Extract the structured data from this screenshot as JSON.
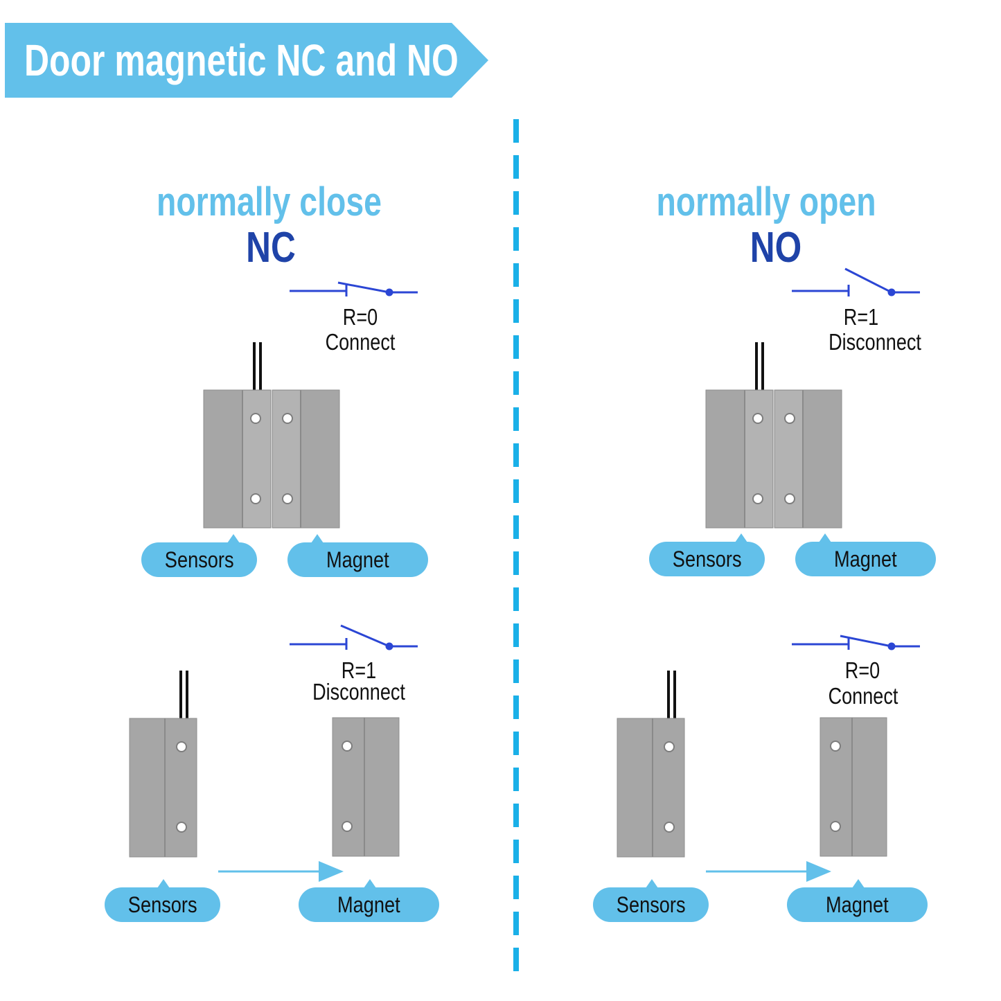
{
  "banner": {
    "title": "Door magnetic NC and NO"
  },
  "left": {
    "subtitle": "normally close",
    "code": "NC",
    "closed_state": {
      "resistance": "R=0",
      "status": "Connect"
    },
    "open_state": {
      "resistance": "R=1",
      "status": "Disconnect"
    },
    "labels": {
      "sensors": "Sensors",
      "magnet": "Magnet"
    }
  },
  "right": {
    "subtitle": "normally open",
    "code": "NO",
    "closed_state": {
      "resistance": "R=1",
      "status": "Disconnect"
    },
    "open_state": {
      "resistance": "R=0",
      "status": "Connect"
    },
    "labels": {
      "sensors": "Sensors",
      "magnet": "Magnet"
    }
  },
  "colors": {
    "banner": "#62c0ea",
    "accent_blue": "#62c0ea",
    "dark_blue": "#1f43a8",
    "switch_blue": "#2b46d4",
    "device_gray": "#a6a6a6"
  }
}
